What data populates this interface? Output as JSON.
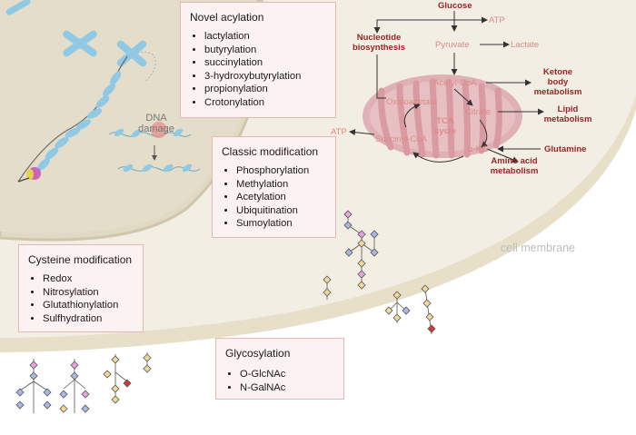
{
  "boxes": {
    "novel": {
      "title": "Novel acylation",
      "items": [
        "lactylation",
        "butyrylation",
        "succinylation",
        "3-hydroxybutyrylation",
        "propionylation",
        "Crotonylation"
      ]
    },
    "classic": {
      "title": "Classic modification",
      "items": [
        "Phosphorylation",
        "Methylation",
        "Acetylation",
        "Ubiquitination",
        "Sumoylation"
      ]
    },
    "cysteine": {
      "title": "Cysteine modification",
      "items": [
        "Redox",
        "Nitrosylation",
        "Glutathionylation",
        "Sulfhydration"
      ]
    },
    "glyco": {
      "title": "Glycosylation",
      "items": [
        "O-GlcNAc",
        "N-GalNAc"
      ]
    }
  },
  "labels": {
    "dna_damage_line1": "DNA",
    "dna_damage_line2": "damage",
    "cell_membrane": "cell membrane"
  },
  "metabolism": {
    "glucose": "Glucose",
    "atp_top": "ATP",
    "nucleotide_line1": "Nucleotide",
    "nucleotide_line2": "biosynthesis",
    "pyruvate": "Pyruvate",
    "lactate": "Lactate",
    "acetyl_coa": "Acetyl-CoA",
    "ketone_line1": "Ketone",
    "ketone_line2": "body",
    "ketone_line3": "metabolism",
    "oxaloacetate": "Oxaloacetate",
    "citrate": "Citrate",
    "lipid_line1": "Lipid",
    "lipid_line2": "metabolism",
    "tca_line1": "TCA",
    "tca_line2": "cycle",
    "atp_left": "ATP",
    "succinyl_coa": "Succinyl-CoA",
    "akg": "α-KG",
    "glutamine": "Glutamine",
    "amino_line1": "Amino acid",
    "amino_line2": "metabolism"
  },
  "colors": {
    "box_fill": "#fdf2f2",
    "box_border": "#e7b7b7",
    "cytoplasm": "#f2eee4",
    "membrane_band": "#e7dfc8",
    "nucleus": "#e0d9c3",
    "mitochondrion": "#dfb0b5",
    "chromosome": "#8fc9e5",
    "dark_red_label": "#9a2424",
    "salmon_label": "#df8a86",
    "glycan_blue": "#a8b8e6",
    "glycan_yellow": "#f0d898",
    "glycan_pink": "#e9a3dd",
    "glycan_red": "#cc3c3c"
  }
}
